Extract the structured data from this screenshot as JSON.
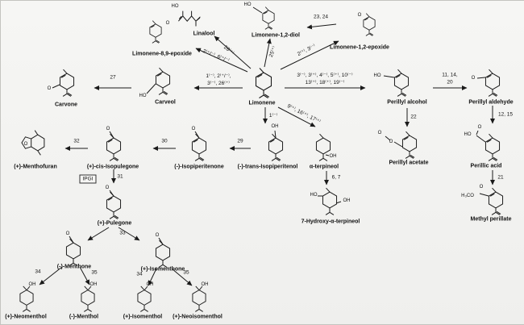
{
  "compounds": {
    "linalool": "Linalool",
    "limonene_12_diol": "Limonene-1,2-diol",
    "limonene_12_epoxide": "Limonene-1,2-epoxide",
    "limonene_89_epoxide": "Limonene-8,9-epoxide",
    "carvone": "Carvone",
    "carveol": "Carveol",
    "limonene": "Limonene",
    "perillyl_alcohol": "Perillyl alcohol",
    "perillyl_aldehyde": "Perillyl aldehyde",
    "perillic_acid": "Perillic acid",
    "methyl_perillate": "Methyl perillate",
    "perillyl_acetate": "Perillyl acetate",
    "menthofuran": "(+)-Menthofuran",
    "cis_isopulegone": "(+)-cis-Isopulegone",
    "isopiperitenone": "(-)-Isopiperitenone",
    "trans_isopiperitenol": "(-)-trans-Isopiperitenol",
    "alpha_terpineol": "α-terpineol",
    "hydroxy_terpineol": "7-Hydroxy-α-terpineol",
    "pulegone": "(+)-Pulegone",
    "menthone": "(-)-Menthone",
    "isomenthone": "(+)-Isomenthone",
    "neomenthol": "(+)-Neomenthol",
    "menthol": "(-)-Menthol",
    "isomenthol": "(+)-Isomenthol",
    "neoisomenthol": "(+)-Neoisomenthol"
  },
  "enzymes": {
    "a23_24": "23, 24",
    "a28": "28⁽⁺⁾",
    "a25": "25⁽⁺⁾",
    "a2_3": "2⁽⁺⁾, 3⁽⁻⁾",
    "a2_6": "2⁽⁺/⁻⁾, 6⁽⁺/⁻⁾",
    "carveol_line1": "1⁽⁻⁾, 2⁽⁺/⁻⁾,",
    "carveol_line2": "3⁽⁻⁾, 26⁽⁺⁾",
    "a27": "27",
    "perillyl_line1": "3⁽⁻⁾, 3⁽⁺⁾, 4⁽⁻⁾, 5⁽⁺⁾, 10⁽⁻⁾",
    "perillyl_line2": "13⁽⁺⁾, 18⁽⁺⁾, 19⁽⁻⁾",
    "a11_14": "11, 14,",
    "a20": "20",
    "a12_15": "12, 15",
    "a21": "21",
    "a22": "22",
    "a1": "1⁽⁻⁾",
    "a9_16_17": "9⁽⁺⁾, 16⁽⁺⁾, 17⁽⁺⁾",
    "a29": "29",
    "a30": "30",
    "a32": "32",
    "a31": "31",
    "ipgi": "IPGI",
    "a6_7": "6, 7",
    "a33": "33",
    "a34_menthone": "34",
    "a35_menthone": "35",
    "a34_isomenthone": "34",
    "a35_isomenthone": "35"
  },
  "atoms": {
    "linalool_ho": "HO",
    "diol_ho": "HO",
    "epoxide12_o": "O",
    "epoxide89_o": "O",
    "carvone_o": "O",
    "carveol_ho": "HO",
    "perillyl_alcohol_ho": "HO",
    "perillyl_aldehyde_o": "O",
    "perillic_acid_ho": "HO",
    "perillic_acid_o": "O",
    "methyl_perillate_h3co": "H₃CO",
    "methyl_perillate_o": "O",
    "perillyl_acetate_o1": "O",
    "perillyl_acetate_o2": "O",
    "isopiperitenol_oh": "OH",
    "isopiperitenone_o": "O",
    "isopulegone_o": "O",
    "menthofuran_o": "O",
    "terpineol_oh": "OH",
    "hydroxyterpineol_ho": "HO",
    "hydroxyterpineol_oh": "OH",
    "pulegone_o": "O",
    "menthone_o": "O",
    "isomenthone_o": "O",
    "neomenthol_oh": "OH",
    "menthol_oh": "OH",
    "isomenthol_oh": "OH",
    "neoisomenthol_oh": "OH"
  }
}
